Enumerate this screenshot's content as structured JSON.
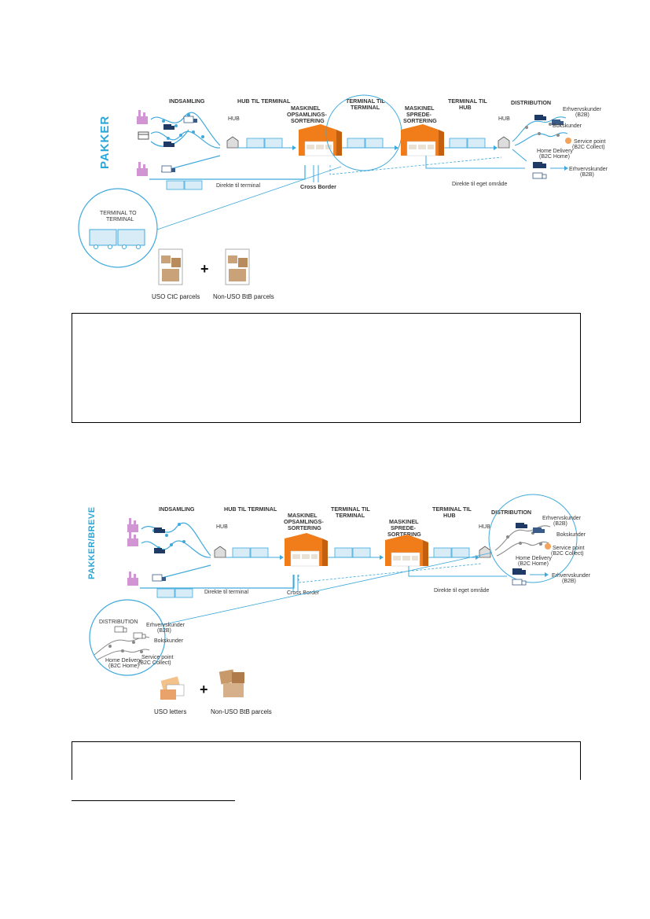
{
  "diagram1": {
    "side_label": "PAKKER",
    "stages": {
      "indsamling": "INDSAMLING",
      "hub_til_terminal": "HUB TIL TERMINAL",
      "maskinel_opsamling": [
        "MASKINEL",
        "OPSAMLINGS-",
        "SORTERING"
      ],
      "terminal_til_terminal": [
        "TERMINAL TIL",
        "TERMINAL"
      ],
      "maskinel_sprede": [
        "MASKINEL",
        "SPREDE-",
        "SORTERING"
      ],
      "terminal_til_hub": [
        "TERMINAL TIL",
        "HUB"
      ],
      "distribution": "DISTRIBUTION"
    },
    "hub_left": "HUB",
    "hub_right": "HUB",
    "recipients": {
      "erhverv_top": [
        "Erhvervskunder",
        "(B2B)"
      ],
      "bokskunder": "Bokskunder",
      "service_point": [
        "Service point",
        "(B2C Collect)"
      ],
      "home_delivery": [
        "Home Delivery",
        "(B2C Home)"
      ],
      "erhverv_bottom": [
        "Erhvervskunder",
        "(B2B)"
      ]
    },
    "direkte_terminal": "Direkte til terminal",
    "cross_border": "Cross Border",
    "direkte_omraade": "Direkte til eget område",
    "zoom_label": [
      "TERMINAL TO",
      "TERMINAL"
    ],
    "legend_left": "USO CtC parcels",
    "legend_plus": "+",
    "legend_right": "Non-USO BtB parcels"
  },
  "diagram2": {
    "side_label": "PAKKER/BREVE",
    "stages": {
      "indsamling": "INDSAMLING",
      "hub_til_terminal": "HUB TIL TERMINAL",
      "maskinel_opsamling": [
        "MASKINEL",
        "OPSAMLINGS-",
        "SORTERING"
      ],
      "terminal_til_terminal": [
        "TERMINAL TIL",
        "TERMINAL"
      ],
      "maskinel_sprede": [
        "MASKINEL",
        "SPREDE-",
        "SORTERING"
      ],
      "terminal_til_hub": [
        "TERMINAL TIL",
        "HUB"
      ],
      "distribution": "DISTRIBUTION"
    },
    "hub_left": "HUB",
    "hub_right": "HUB",
    "recipients": {
      "erhverv_top": [
        "Erhvervskunder",
        "(B2B)"
      ],
      "bokskunder": "Bokskunder",
      "service_point": [
        "Service point",
        "(B2C Collect)"
      ],
      "home_delivery": [
        "Home Delivery",
        "(B2C Home)"
      ],
      "erhverv_bottom": [
        "Erhvervskunder",
        "(B2B)"
      ]
    },
    "direkte_terminal": "Direkte til terminal",
    "cross_border": "Cross Border",
    "direkte_omraade": "Direkte til eget område",
    "zoom": {
      "distribution": "DISTRIBUTION",
      "erhverv": [
        "Erhvervskunder",
        "(B2B)"
      ],
      "bokskunder": "Bokskunder",
      "home_delivery": [
        "Home Delivery",
        "(B2C Home)"
      ],
      "service_point": [
        "Service point",
        "(B2C Collect)"
      ]
    },
    "legend_left": "USO letters",
    "legend_plus": "+",
    "legend_right": "Non-USO BtB parcels"
  },
  "colors": {
    "accent_blue": "#2aa7d8",
    "flow_blue": "#3fa9dc",
    "truck_fill": "#d8ecf8",
    "warehouse_orange": "#f07d1a",
    "factory_pink": "#c77bc9",
    "grey_dot": "#8a8a8a",
    "service_orange": "#f3a35b",
    "navy": "#1f3a64"
  }
}
